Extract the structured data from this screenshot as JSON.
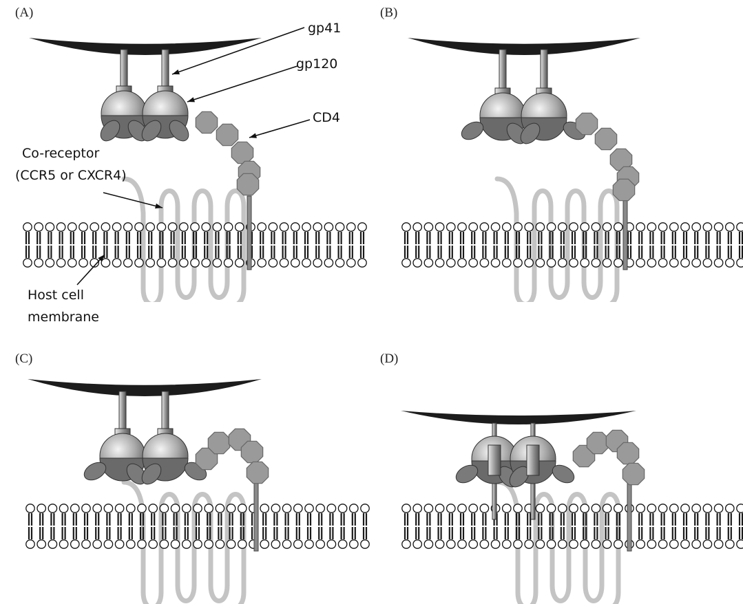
{
  "panels": [
    {
      "letter": "(A)"
    },
    {
      "letter": "(B)"
    },
    {
      "letter": "(C)"
    },
    {
      "letter": "(D)"
    }
  ],
  "labels": {
    "gp41": "gp41",
    "gp120": "gp120",
    "cd4": "CD4",
    "coreceptor_line1": "Co-receptor",
    "coreceptor_line2": "(CCR5 or CXCR4)",
    "host_line1": "Host cell",
    "host_line2": "membrane"
  },
  "colors": {
    "virus": "#1c1c1c",
    "gp120_light": "#d6d6d6",
    "gp120_dark": "#6a6a6a",
    "cd4": "#9a9a9a",
    "coreceptor": "#c4c4c4",
    "lipid_head": "#ffffff",
    "lipid_tail": "#1a1a1a"
  }
}
